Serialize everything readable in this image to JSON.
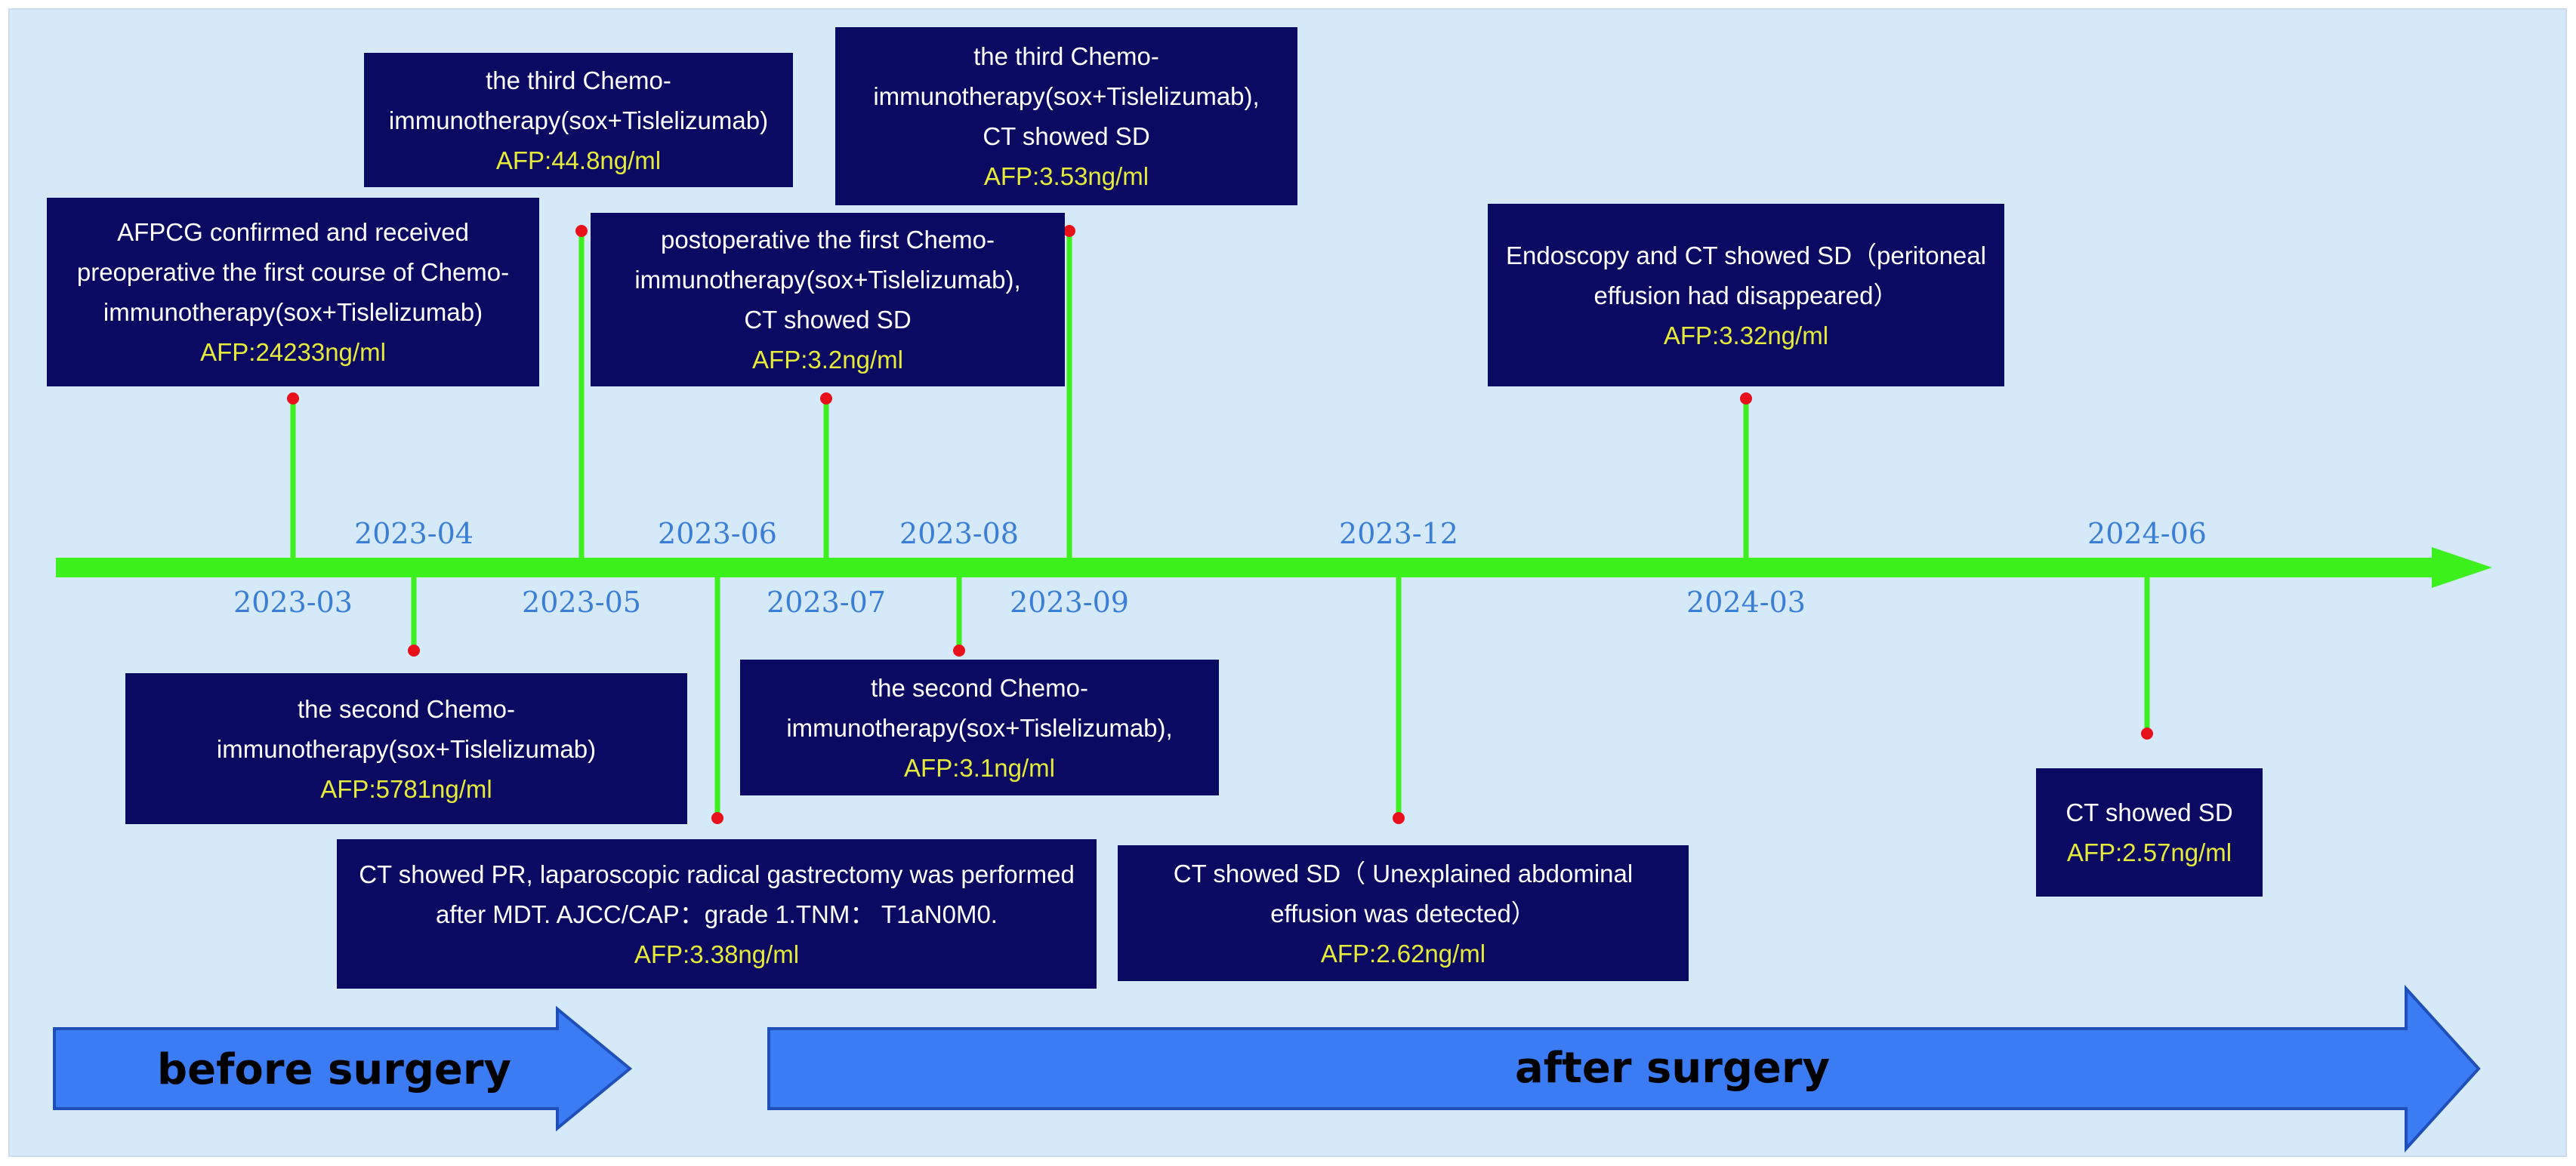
{
  "colors": {
    "background": "#d6e9f9",
    "outer_frame": "#ffffff",
    "axis": "#3cf01e",
    "connector": "#3cf01e",
    "dot": "#e8111b",
    "box_fill": "#0a0a62",
    "box_text": "#ffffff",
    "afp_text": "#e6ea3a",
    "date_text": "#3a7fd5",
    "phase_arrow_fill": "#3b7bf4",
    "phase_arrow_stroke": "#1f4fb8",
    "phase_text": "#000000"
  },
  "dates": [
    "2023-03",
    "2023-04",
    "2023-05",
    "2023-06",
    "2023-07",
    "2023-08",
    "2023-09",
    "2023-12",
    "2024-03",
    "2024-06"
  ],
  "events": [
    {
      "date": "2023-03",
      "side": "above",
      "lines": [
        "AFPCG confirmed and received",
        "preoperative the first course of Chemo-",
        "immunotherapy(sox+Tislelizumab)"
      ],
      "afp": "AFP:24233ng/ml"
    },
    {
      "date": "2023-04",
      "side": "below",
      "lines": [
        "the second Chemo-",
        "immunotherapy(sox+Tislelizumab)"
      ],
      "afp": "AFP:5781ng/ml"
    },
    {
      "date": "2023-05",
      "side": "above",
      "lines": [
        "the third Chemo-",
        "immunotherapy(sox+Tislelizumab)"
      ],
      "afp": "AFP:44.8ng/ml"
    },
    {
      "date": "2023-06",
      "side": "below",
      "lines": [
        "CT showed PR, laparoscopic radical gastrectomy was  performed",
        "after MDT. AJCC/CAP：grade 1.TNM： T1aN0M0."
      ],
      "afp": "AFP:3.38ng/ml"
    },
    {
      "date": "2023-07",
      "side": "above",
      "lines": [
        "postoperative the first Chemo-",
        "immunotherapy(sox+Tislelizumab),",
        "CT showed SD"
      ],
      "afp": "AFP:3.2ng/ml"
    },
    {
      "date": "2023-08",
      "side": "below",
      "lines": [
        "the second Chemo-",
        "immunotherapy(sox+Tislelizumab),"
      ],
      "afp": "AFP:3.1ng/ml"
    },
    {
      "date": "2023-09",
      "side": "above",
      "lines": [
        "the third Chemo-",
        "immunotherapy(sox+Tislelizumab),",
        "CT showed SD"
      ],
      "afp": "AFP:3.53ng/ml"
    },
    {
      "date": "2023-12",
      "side": "below",
      "lines": [
        "CT showed SD（ Unexplained abdominal",
        "effusion was detected）"
      ],
      "afp": "AFP:2.62ng/ml"
    },
    {
      "date": "2024-03",
      "side": "above",
      "lines": [
        "Endoscopy and CT showed SD（peritoneal",
        "effusion had disappeared）"
      ],
      "afp": "AFP:3.32ng/ml"
    },
    {
      "date": "2024-06",
      "side": "below",
      "lines": [
        "CT showed SD"
      ],
      "afp": "AFP:2.57ng/ml"
    }
  ],
  "phases": {
    "before": "before surgery",
    "after": "after surgery"
  }
}
